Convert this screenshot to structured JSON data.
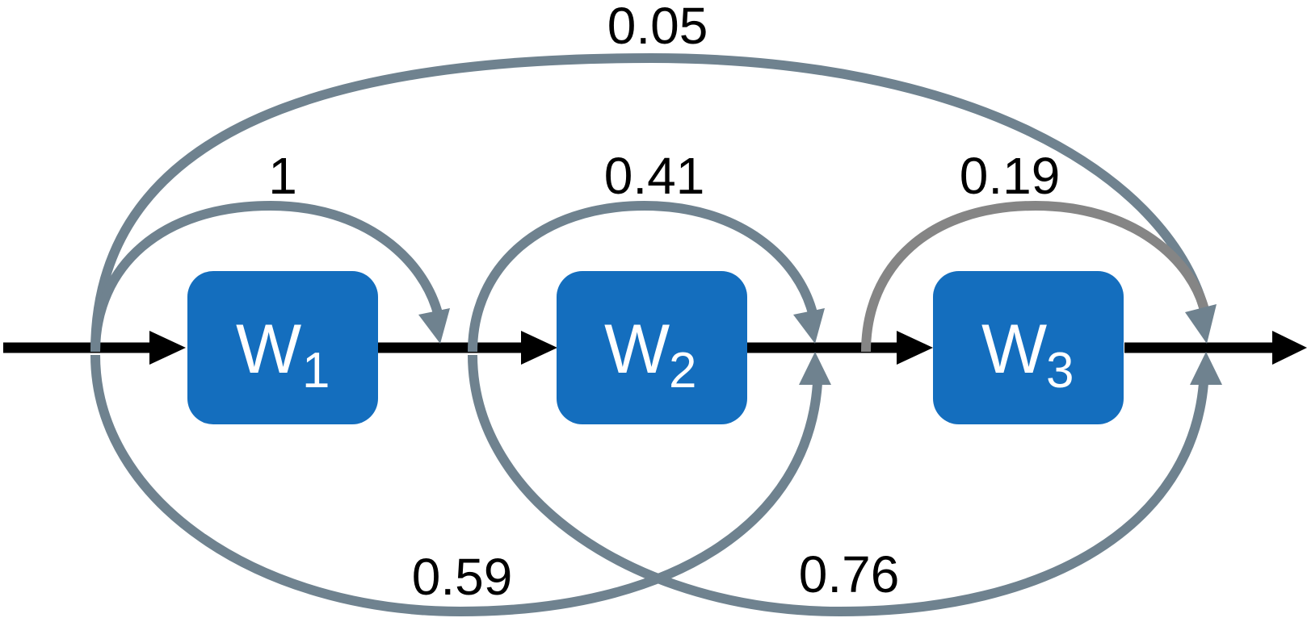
{
  "colors": {
    "box_fill": "#146EBE",
    "arc_stroke": "#6F828F",
    "arc_stroke_alt": "#858585",
    "main_line": "#000000",
    "label_text": "#000000",
    "box_text": "#FFFFFF"
  },
  "blocks": [
    {
      "name": "W",
      "subscript": "1"
    },
    {
      "name": "W",
      "subscript": "2"
    },
    {
      "name": "W",
      "subscript": "3"
    }
  ],
  "edges": [
    {
      "label": "0.05"
    },
    {
      "label": "1"
    },
    {
      "label": "0.41"
    },
    {
      "label": "0.19"
    },
    {
      "label": "0.59"
    },
    {
      "label": "0.76"
    }
  ]
}
